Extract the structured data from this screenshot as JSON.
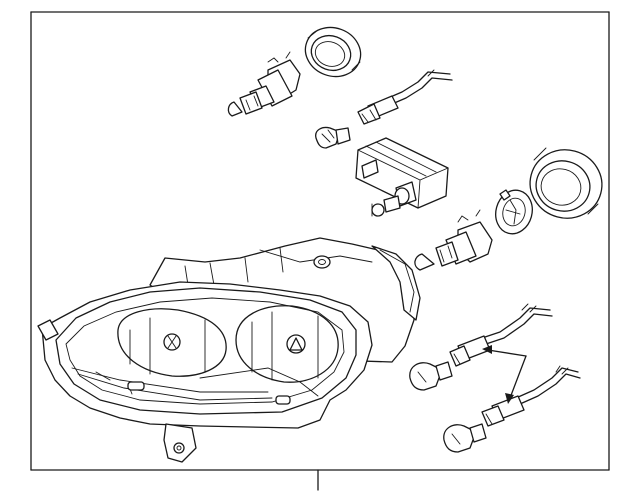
{
  "diagram": {
    "kind": "exploded parts diagram",
    "line_color": "#1a1a1a",
    "background": "#ffffff",
    "parts": [
      {
        "id": "headlamp-assembly"
      },
      {
        "id": "headlamp-bulb-upper"
      },
      {
        "id": "headlamp-bulb-lower"
      },
      {
        "id": "dust-cap-upper"
      },
      {
        "id": "dust-cap-lower"
      },
      {
        "id": "bulb-socket-harness-upper"
      },
      {
        "id": "wedge-bulb-upper"
      },
      {
        "id": "leveling-motor"
      },
      {
        "id": "bulb-retainer-ring"
      },
      {
        "id": "socket-harness-middle"
      },
      {
        "id": "socket-harness-lower"
      },
      {
        "id": "wedge-bulb-middle"
      },
      {
        "id": "wedge-bulb-lower"
      }
    ]
  }
}
